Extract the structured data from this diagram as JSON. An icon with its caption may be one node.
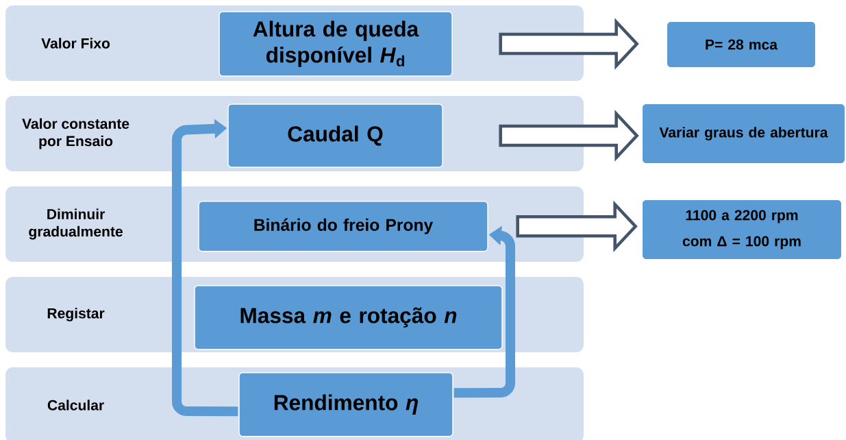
{
  "diagram": {
    "nodes": [
      {
        "text": [
          "Valor Fixo"
        ]
      },
      {
        "text": [
          "Altura de queda disponível *H*$_{d}$"
        ],
        "in": 0
      },
      {
        "text": [
          "Valor constante por Ensaio"
        ]
      },
      {
        "text": [
          "Caudal Q"
        ],
        "in": 2
      },
      {
        "text": [
          "Diminuir gradualmente"
        ]
      },
      {
        "text": [
          "Binário do freio Prony"
        ],
        "in": 4
      },
      {
        "text": [
          "Registar"
        ]
      },
      {
        "text": [
          "Massa *m* e rotação *n*"
        ],
        "in": 6
      },
      {
        "text": [
          "Calcular"
        ]
      },
      {
        "text": [
          "Rendimento *η*"
        ],
        "in": 8
      },
      {
        "text": [
          "P= 28 mca"
        ]
      },
      {
        "text": [
          "Variar graus de abertura"
        ]
      },
      {
        "text": [
          "1100 a 2200 rpm com Δ = 100 rpm"
        ]
      }
    ],
    "edges": [
      {
        "from": 1,
        "to": 10,
        "arrow": "to"
      },
      {
        "from": 3,
        "to": 11,
        "arrow": "to"
      },
      {
        "from": 5,
        "to": 12,
        "arrow": "to"
      },
      {
        "from": 9,
        "to": 3,
        "arrow": "to",
        "color": "#5b9bd5"
      },
      {
        "from": 9,
        "to": 5,
        "arrow": "to",
        "color": "#5b9bd5"
      }
    ]
  }
}
